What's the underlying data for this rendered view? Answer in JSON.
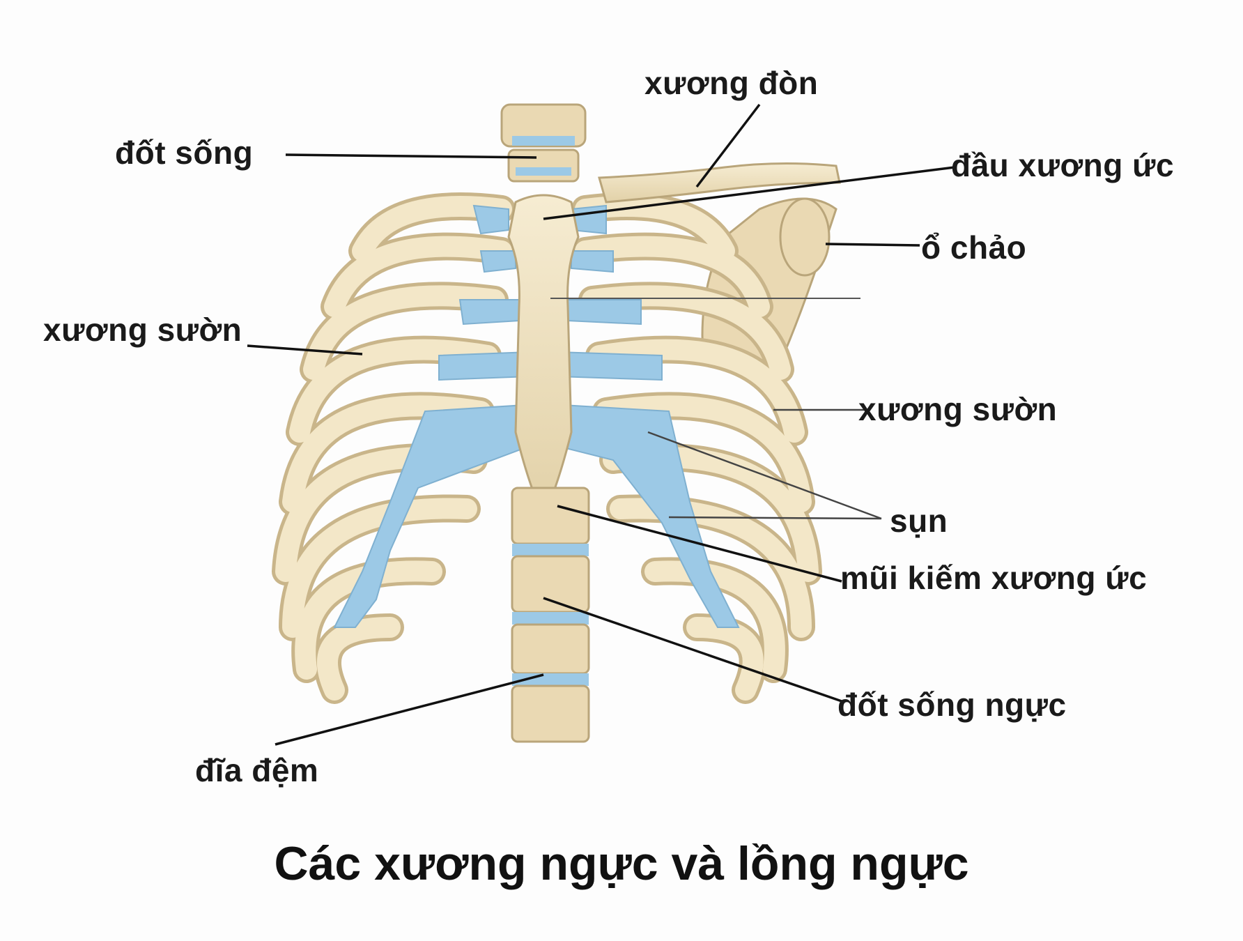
{
  "title": "Các xương ngực và lồng ngực",
  "labels": {
    "dot_song": "đốt sống",
    "xuong_don": "xương đòn",
    "dau_xuong_uc": "đầu xương ức",
    "o_chao": "ổ chảo",
    "xuong_suon_left": "xương sườn",
    "xuong_suon_right": "xương sườn",
    "sun": "sụn",
    "mui_kiem_xuong_uc": "mũi kiếm xương ức",
    "dot_song_nguc": "đốt sống ngực",
    "dia_dem": "đĩa đệm"
  },
  "colors": {
    "bone": "#efe3c3",
    "bone_edge": "#b9a57a",
    "cartilage": "#9cc9e6",
    "leader": "#111111"
  }
}
